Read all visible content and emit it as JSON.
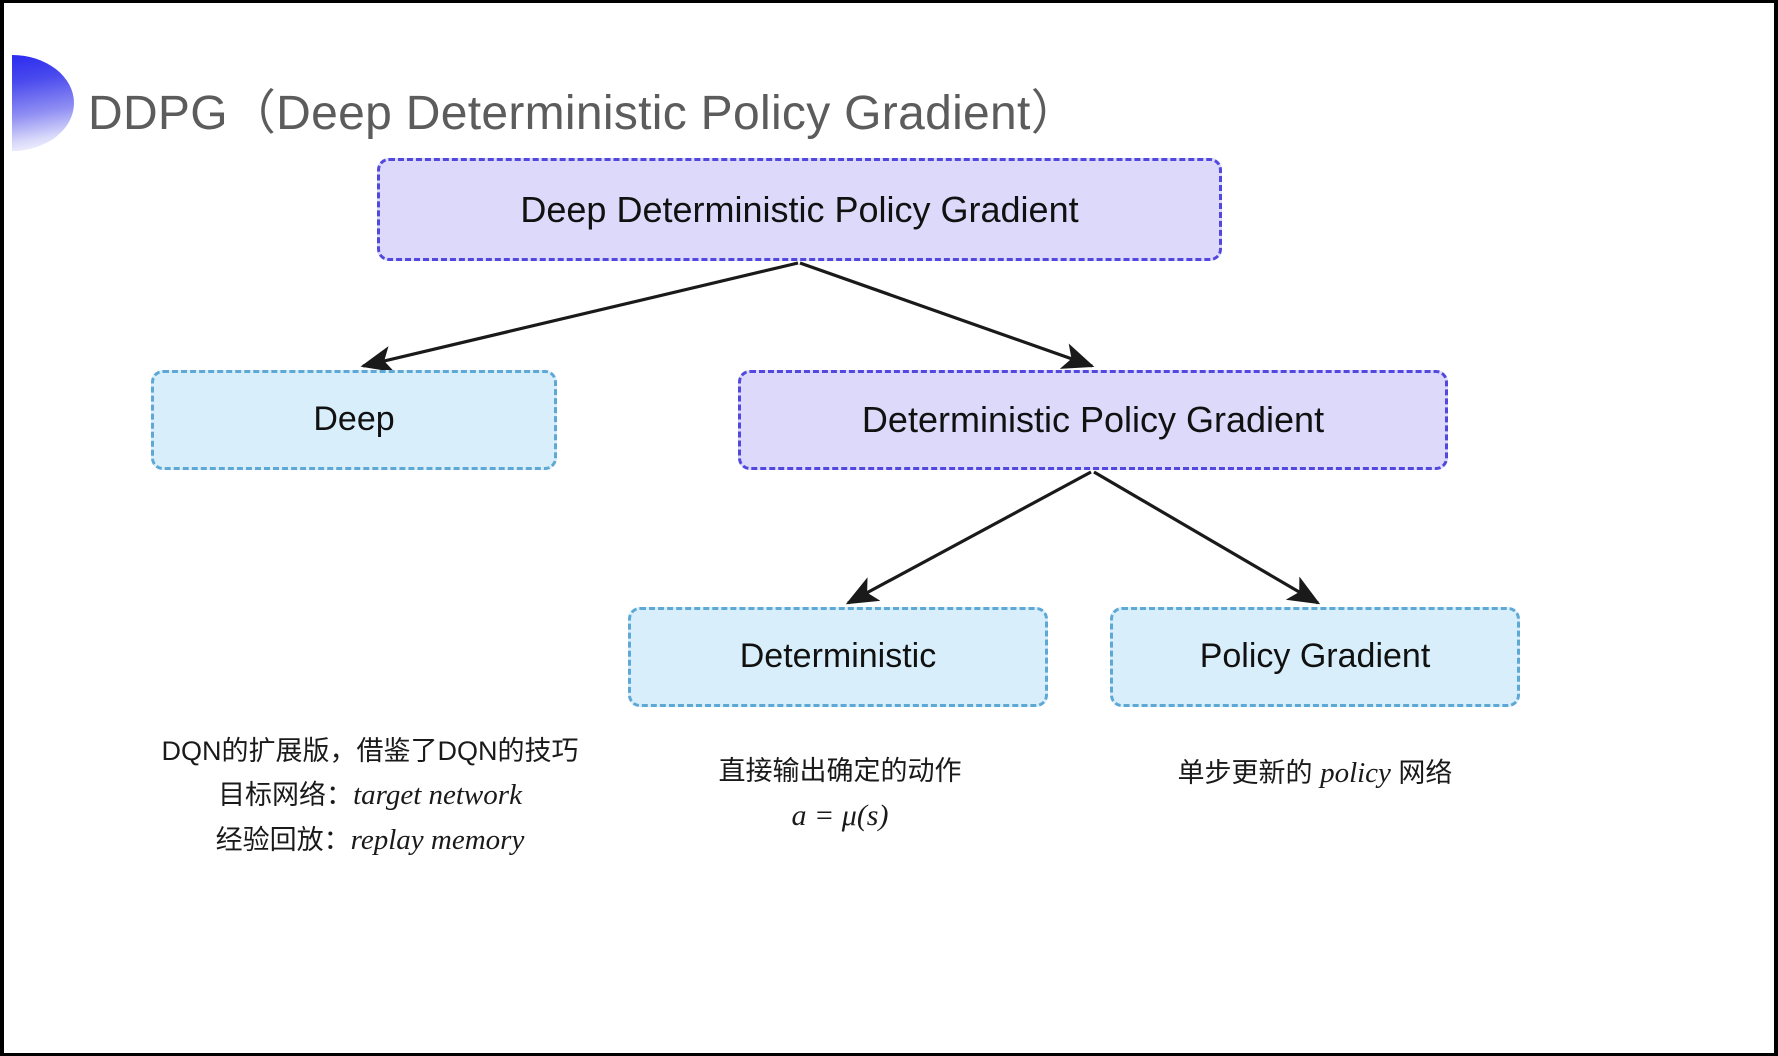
{
  "slide": {
    "title": "DDPG（Deep Deterministic Policy Gradient）",
    "background_color": "#ffffff",
    "title_color": "#5c5c5c",
    "decoration": {
      "name": "half-circle-gradient",
      "color_start": "#2b2bf0",
      "color_end": "#ffffff"
    }
  },
  "diagram": {
    "nodes": [
      {
        "id": "root",
        "label": "Deep Deterministic Policy Gradient",
        "fill": "#dcd9fb",
        "border": "#5348dd",
        "style": "dashed"
      },
      {
        "id": "deep",
        "label": "Deep",
        "fill": "#d8effb",
        "border": "#5ea8d6",
        "style": "dashed"
      },
      {
        "id": "dpg",
        "label": "Deterministic Policy Gradient",
        "fill": "#dcd9fb",
        "border": "#5348dd",
        "style": "dashed"
      },
      {
        "id": "deterministic",
        "label": "Deterministic",
        "fill": "#d8effb",
        "border": "#5ea8d6",
        "style": "dashed"
      },
      {
        "id": "policy_gradient",
        "label": "Policy Gradient",
        "fill": "#d8effb",
        "border": "#5ea8d6",
        "style": "dashed"
      }
    ],
    "edges": [
      {
        "from": "root",
        "to": "deep"
      },
      {
        "from": "root",
        "to": "dpg"
      },
      {
        "from": "dpg",
        "to": "deterministic"
      },
      {
        "from": "dpg",
        "to": "policy_gradient"
      }
    ],
    "edge_color": "#1a1a1a"
  },
  "captions": {
    "deep": {
      "line1": "DQN的扩展版，借鉴了DQN的技巧",
      "line2_label": "目标网络：",
      "line2_term": "target network",
      "line3_label": "经验回放：",
      "line3_term": "replay memory"
    },
    "deterministic": {
      "line1": "直接输出确定的动作",
      "formula": "a = μ(s)"
    },
    "policy_gradient": {
      "line1": "单步更新的",
      "line2_term": "policy",
      "line2_suffix": " 网络"
    }
  }
}
